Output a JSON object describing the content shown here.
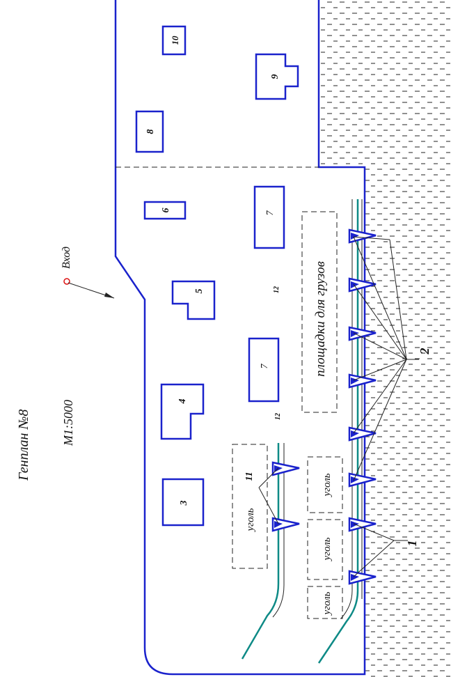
{
  "title": "Генплан №8",
  "scale": "М1:5000",
  "entrance_label": "Вход",
  "buildings": {
    "b3": "3",
    "b4": "4",
    "b5": "5",
    "b6": "6",
    "b7a": "7",
    "b7b": "7",
    "b8": "8",
    "b9": "9",
    "b10": "10"
  },
  "zones": {
    "cargo_area": "площадки для грузов",
    "storage_1": "уголь",
    "storage_2": "уголь",
    "storage_3": "уголь",
    "storage_4": "уголь"
  },
  "callouts": {
    "ref_1": "1",
    "ref_2": "2",
    "ref_11": "11"
  },
  "small_markers": {
    "m1": "12",
    "m2": "12"
  },
  "colors": {
    "outline": "#1a22cc",
    "rail": "#0e8a86",
    "water_hatch": "#222222",
    "dash": "#222222",
    "entrance_marker": "#d11"
  }
}
